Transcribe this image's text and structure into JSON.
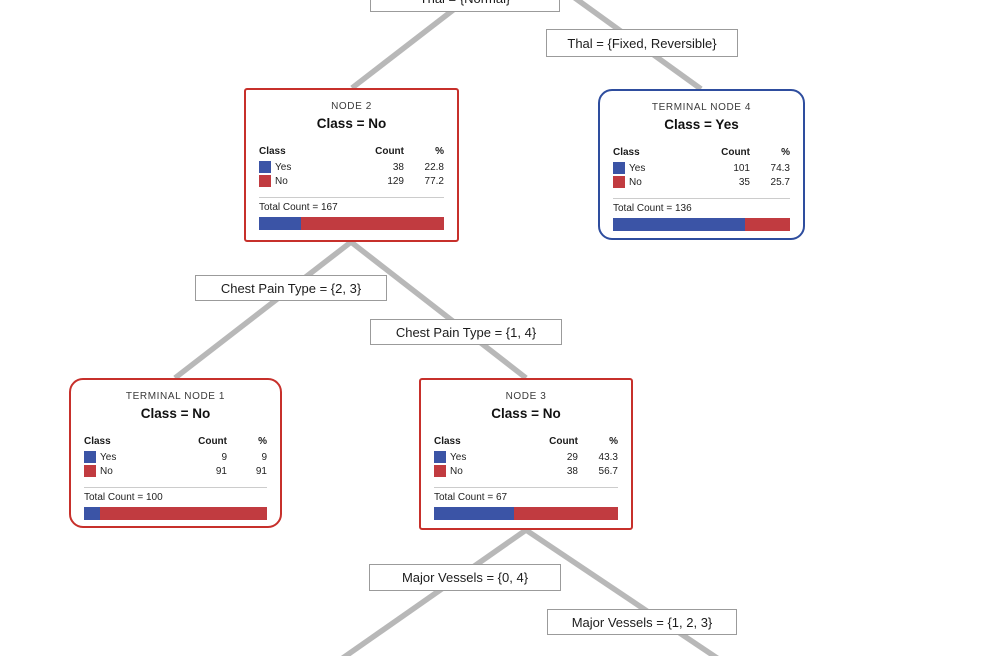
{
  "diagram": {
    "type": "decision-tree",
    "colors": {
      "class_yes_blue": "#3b54a6",
      "class_no_red": "#c13b40",
      "node_border_red": "#c7302b",
      "node_border_blue": "#2e4d9e",
      "edge_line_gray": "#b8b8b8",
      "edge_label_border": "#9b9b9b"
    },
    "edge_labels": [
      {
        "id": "thal-normal",
        "text": "Thal = {Normal}"
      },
      {
        "id": "thal-fixed-reversible",
        "text": "Thal = {Fixed, Reversible}"
      },
      {
        "id": "chest-pain-type-2-3",
        "text": "Chest Pain Type = {2, 3}"
      },
      {
        "id": "chest-pain-type-1-4",
        "text": "Chest Pain Type = {1, 4}"
      },
      {
        "id": "major-vessels-0-4",
        "text": "Major Vessels = {0, 4}"
      },
      {
        "id": "major-vessels-1-2-3",
        "text": "Major Vessels = {1, 2, 3}"
      }
    ],
    "nodes": [
      {
        "id": "node-2",
        "title": "NODE 2",
        "class_label": "Class = No",
        "columns": {
          "class": "Class",
          "count": "Count",
          "pct": "%"
        },
        "rows": [
          {
            "label": "Yes",
            "count": "38",
            "pct": "22.8"
          },
          {
            "label": "No",
            "count": "129",
            "pct": "77.2"
          }
        ],
        "total_label": "Total Count = 167",
        "yes_pct": 22.8,
        "no_pct": 77.2
      },
      {
        "id": "terminal-node-4",
        "title": "TERMINAL NODE 4",
        "class_label": "Class = Yes",
        "columns": {
          "class": "Class",
          "count": "Count",
          "pct": "%"
        },
        "rows": [
          {
            "label": "Yes",
            "count": "101",
            "pct": "74.3"
          },
          {
            "label": "No",
            "count": "35",
            "pct": "25.7"
          }
        ],
        "total_label": "Total Count = 136",
        "yes_pct": 74.3,
        "no_pct": 25.7
      },
      {
        "id": "terminal-node-1",
        "title": "TERMINAL NODE 1",
        "class_label": "Class = No",
        "columns": {
          "class": "Class",
          "count": "Count",
          "pct": "%"
        },
        "rows": [
          {
            "label": "Yes",
            "count": "9",
            "pct": "9"
          },
          {
            "label": "No",
            "count": "91",
            "pct": "91"
          }
        ],
        "total_label": "Total Count = 100",
        "yes_pct": 9,
        "no_pct": 91
      },
      {
        "id": "node-3",
        "title": "NODE 3",
        "class_label": "Class = No",
        "columns": {
          "class": "Class",
          "count": "Count",
          "pct": "%"
        },
        "rows": [
          {
            "label": "Yes",
            "count": "29",
            "pct": "43.3"
          },
          {
            "label": "No",
            "count": "38",
            "pct": "56.7"
          }
        ],
        "total_label": "Total Count = 67",
        "yes_pct": 43.3,
        "no_pct": 56.7
      }
    ]
  }
}
